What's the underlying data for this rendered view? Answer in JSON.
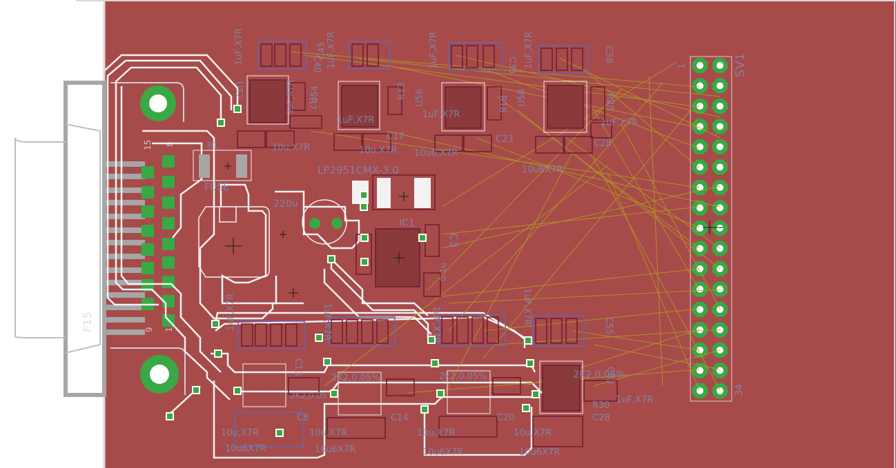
{
  "colors": {
    "canvas": "#ffffff",
    "board_fill": "#a74a4a",
    "board_edge": "#d9d9d9",
    "silk_gray": "#a6a6a6",
    "silk_white": "#f2f2f2",
    "pad_green": "#39a845",
    "pad_red": "#d35a5a",
    "airwire": "#b0a020",
    "label_blue": "#7d8db3",
    "outline_blue": "#6a64b0",
    "dark_outline": "#6b1d2f"
  },
  "icons": [
    "crosshair-icon",
    "mounting-hole-icon"
  ],
  "connectors": {
    "dsub": {
      "name": "F15",
      "pin_labels": [
        "15",
        "8",
        "9",
        "1"
      ],
      "tab_label": "F15"
    },
    "header": {
      "name": "SV1",
      "pin_first": "1",
      "pin_last": "34"
    }
  },
  "components": {
    "regulator": "LP2951CMX-3.0",
    "fuse": "FUSE",
    "ic": "IC1",
    "cap_c3": "C3",
    "cap_220u": "220u",
    "fuse_r": "R1",
    "cap_value": "1uF,X7R",
    "cap_value_alt": "10u,X7R",
    "cap_value_alt2": "10u6,X7R",
    "cap_value_alt3": "10u6X7R",
    "res_value": "2K2,0.05%",
    "res_value_short": "2K2,0.05",
    "res_value_alt": "2k2,0.05%",
    "cap_c40": "C40",
    "cap_c45": "C45",
    "cap_c35": "C35",
    "cap_c38": "C38",
    "cap_c17": "C17",
    "cap_c23": "C23",
    "cap_c28": "C28",
    "cap_c20": "C20",
    "cap_c14": "C14",
    "cap_c8": "C8",
    "cap_c63": "C63",
    "cap_c55": "C55",
    "cap_c13": "C13",
    "cap_c10": "C10",
    "res_r7": "R7",
    "res_r13": "R13",
    "res_r18": "R18",
    "res_r28": "R28",
    "res_r25": "R25",
    "res_r30": "R30",
    "u52": "U52",
    "u54": "U54",
    "u56": "U56",
    "u58": "U58",
    "cap_x7r": "X7R",
    "cap_1u": "1u",
    "label_100nf": "0.1u"
  }
}
